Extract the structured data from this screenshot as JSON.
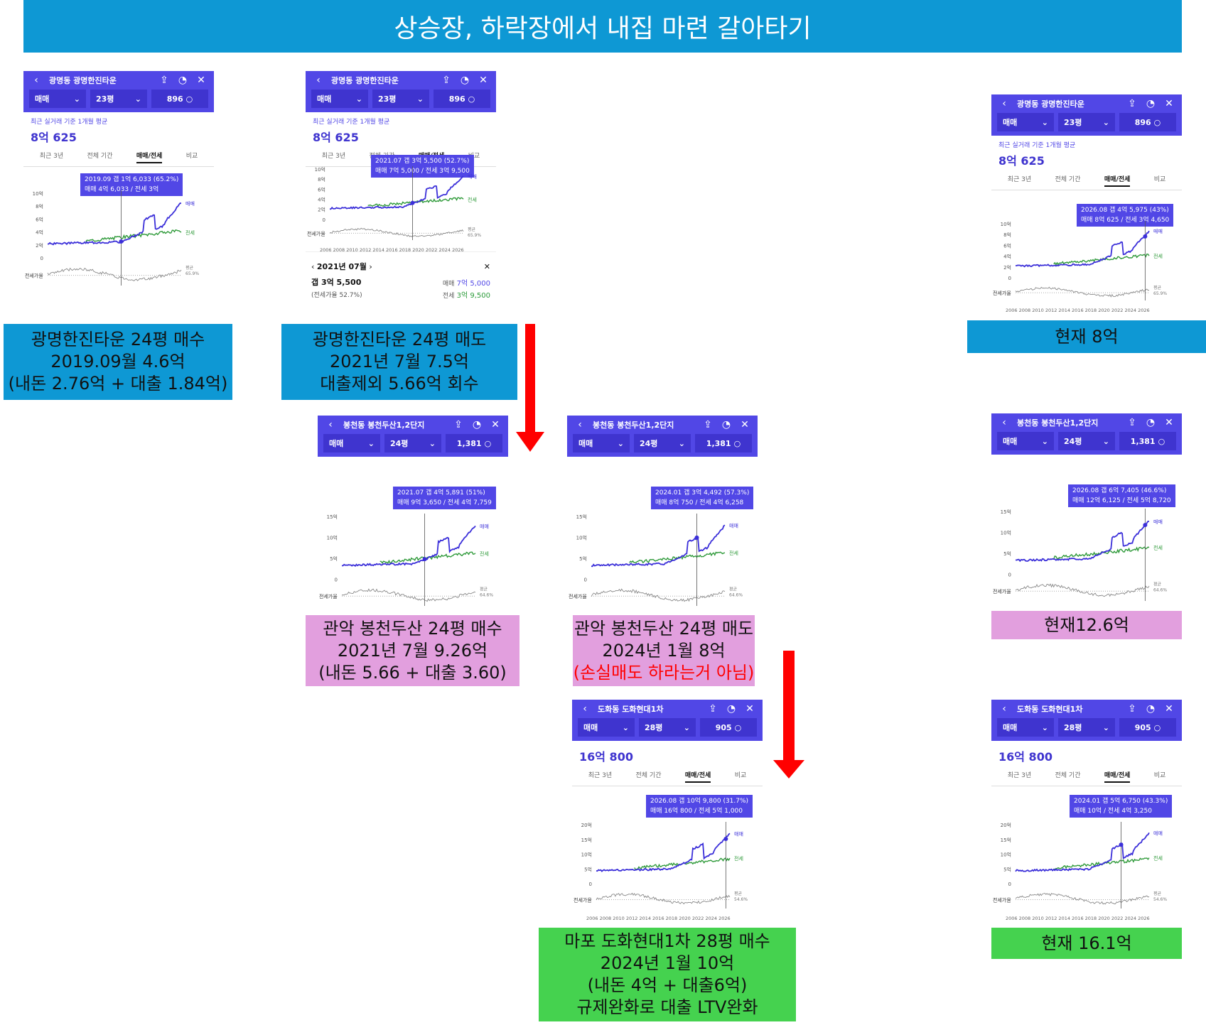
{
  "banner": "상승장, 하락장에서 내집 마련 갈아타기",
  "phones": [
    {
      "id": "p1",
      "title": "광명동 광명한진타운",
      "trade": "매매",
      "size": "23평",
      "count": "896",
      "avg_label": "최근 실거래 기준 1개월 평균",
      "price": "8억 625",
      "tabs": [
        "최근 3년",
        "전체 기간",
        "매매/전세",
        "비교"
      ],
      "tip1": "2019.09  갭 1억 6,033 (65.2%)",
      "tip2": "매매 4억 6,033 / 전세 3억",
      "yticks": [
        "10억",
        "8억",
        "6억",
        "4억",
        "2억",
        "0"
      ],
      "yrange": 10
    },
    {
      "id": "p2",
      "title": "광명동 광명한진타운",
      "trade": "매매",
      "size": "23평",
      "count": "896",
      "avg_label": "최근 실거래 기준 1개월 평균",
      "price": "8억 625",
      "tabs": [
        "최근 3년",
        "전체 기간",
        "매매/전세",
        "비교"
      ],
      "tip1": "2021.07  갭 3억 5,500 (52.7%)",
      "tip2": "매매 7억 5,000 / 전세 3억 9,500",
      "yticks": [
        "10억",
        "8억",
        "6억",
        "4억",
        "2억",
        "0"
      ],
      "yrange": 10,
      "xlabels": "2006 2008 2010 2012 2014 2016 2018 2020 2022 2024 2026",
      "popup": {
        "month": "2021년 07월",
        "gap": "갭 3억 5,500",
        "ratio": "(전세가율 52.7%)",
        "sale_l": "매매",
        "sale": "7억 5,000",
        "rent_l": "전세",
        "rent": "3억 9,500"
      }
    },
    {
      "id": "p3",
      "title": "광명동 광명한진타운",
      "trade": "매매",
      "size": "23평",
      "count": "896",
      "avg_label": "최근 실거래 기준 1개월 평균",
      "price": "8억 625",
      "tabs": [
        "최근 3년",
        "전체 기간",
        "매매/전세",
        "비교"
      ],
      "tip1": "2026.08  갭 4억 5,975 (43%)",
      "tip2": "매매 8억 625 / 전세 3억 4,650",
      "yticks": [
        "10억",
        "8억",
        "6억",
        "4억",
        "2억",
        "0"
      ],
      "yrange": 10,
      "xlabels": "2006 2008 2010 2012 2014 2016 2018 2020 2022 2024 2026"
    },
    {
      "id": "p4",
      "title": "봉천동 봉천두산1,2단지",
      "trade": "매매",
      "size": "24평",
      "count": "1,381",
      "tip1": "2021.07  갭 4억 5,891 (51%)",
      "tip2": "매매 9억 3,650 / 전세 4억 7,759",
      "yticks": [
        "15억",
        "10억",
        "5억",
        "0"
      ],
      "yrange": 15
    },
    {
      "id": "p5",
      "title": "봉천동 봉천두산1,2단지",
      "trade": "매매",
      "size": "24평",
      "count": "1,381",
      "tip1": "2024.01  갭 3억 4,492 (57.3%)",
      "tip2": "매매 8억 750 / 전세 4억 6,258",
      "yticks": [
        "15억",
        "10억",
        "5억",
        "0"
      ],
      "yrange": 15
    },
    {
      "id": "p6",
      "title": "봉천동 봉천두산1,2단지",
      "trade": "매매",
      "size": "24평",
      "count": "1,381",
      "tip1": "2026.08  갭 6억 7,405 (46.6%)",
      "tip2": "매매 12억 6,125 / 전세 5억 8,720",
      "yticks": [
        "15억",
        "10억",
        "5억",
        "0"
      ],
      "yrange": 15
    },
    {
      "id": "p7",
      "title": "도화동 도화현대1차",
      "trade": "매매",
      "size": "28평",
      "count": "905",
      "price": "16억 800",
      "tabs": [
        "최근 3년",
        "전체 기간",
        "매매/전세",
        "비교"
      ],
      "tip1": "2026.08  갭 10억 9,800 (31.7%)",
      "tip2": "매매 16억 800 / 전세 5억 1,000",
      "yticks": [
        "20억",
        "15억",
        "10억",
        "5억",
        "0"
      ],
      "yrange": 20,
      "xlabels": "2006 2008 2010 2012 2014 2016 2018 2020 2022 2024 2026"
    },
    {
      "id": "p8",
      "title": "도화동 도화현대1차",
      "trade": "매매",
      "size": "28평",
      "count": "905",
      "price": "16억 800",
      "tabs": [
        "최근 3년",
        "전체 기간",
        "매매/전세",
        "비교"
      ],
      "tip1": "2024.01  갭 5억 6,750 (43.3%)",
      "tip2": "매매 10억 / 전세 4억 3,250",
      "yticks": [
        "20억",
        "15억",
        "10억",
        "5억",
        "0"
      ],
      "yrange": 20,
      "xlabels": "2006 2008 2010 2012 2014 2016 2018 2020 2022 2024 2026"
    }
  ],
  "chart_labels": {
    "sale": "매매",
    "rent": "전세",
    "ratio": "전세가율",
    "avg": "평균"
  },
  "ratio_values": {
    "p1": "65.9%",
    "p2": "65.9%",
    "p3": "65.9%",
    "p4": "64.6%",
    "p5": "64.6%",
    "p6": "64.6%",
    "p7": "54.6%",
    "p8": "54.6%"
  },
  "captions": {
    "c1": [
      "광명한진타운 24평 매수",
      "2019.09월 4.6억",
      "(내돈 2.76억 + 대출 1.84억)"
    ],
    "c2": [
      "광명한진타운 24평 매도",
      "2021년 7월 7.5억",
      "대출제외 5.66억 회수"
    ],
    "c3": [
      "현재 8억"
    ],
    "c4": [
      "관악 봉천두산 24평 매수",
      "2021년 7월 9.26억",
      "(내돈 5.66 + 대출 3.60)"
    ],
    "c5": [
      "관악 봉천두산 24평 매도",
      "2024년 1월 8억",
      "(손실매도 하라는거 아님)"
    ],
    "c6": [
      "현재12.6억"
    ],
    "c7": [
      "마포 도화현대1차 28평 매수",
      "2024년 1월 10억",
      "(내돈 4억 + 대출6억)",
      "규제완화로 대출 LTV완화"
    ],
    "c8": [
      "현재 16.1억"
    ]
  },
  "colors": {
    "banner": "#0e98d4",
    "blue_caption": "#0e98d4",
    "pink_caption": "#e29fde",
    "green_caption": "#45d24f",
    "app_purple": "#5147e6",
    "sale_line": "#3b2fd9",
    "rent_line": "#2f9a3a",
    "arrow": "#ff0000"
  }
}
